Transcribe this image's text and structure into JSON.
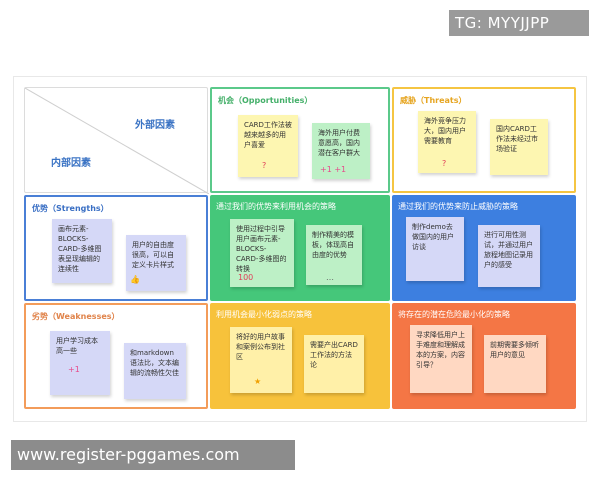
{
  "watermark_top": "TG: MYYJJPP",
  "watermark_bottom": "www.register-pggames.com",
  "corner": {
    "external": "外部因素",
    "internal": "内部因素"
  },
  "columns": {
    "opportunities": "机会（Opportunities）",
    "threats": "威胁（Threats）"
  },
  "rows": {
    "strengths": "优势（Strengths）",
    "weaknesses": "劣势（Weaknesses）"
  },
  "strategies": {
    "so": "通过我们的优势来利用机会的策略",
    "st": "通过我们的优势来防止威胁的策略",
    "wo": "利用机会最小化弱点的策略",
    "wt": "将存在的潜在危险最小化的策略"
  },
  "notes": {
    "opp1": "CARD工作法被越来越多的用户喜爱",
    "opp2": "海外用户付费意愿高，国内潜在客户群大",
    "thr1": "海外竞争压力大，国内用户需要教育",
    "thr2": "国内CARD工作法未经过市场验证",
    "str1": "画布元素-BLOCKS-CARD-多维图表呈现编辑的连续性",
    "str2": "用户的自由度很高，可以自定义卡片样式",
    "wk1": "用户学习成本高一些",
    "wk2": "和markdown语法比，文本编辑的流畅性欠佳",
    "so1": "使用过程中引导用户画布元素-BLOCKS-CARD-多维图的转换",
    "so2": "制作精美的模板，体现高自由度的优势",
    "st1": "制作demo去做国内的用户访谈",
    "st2": "进行可用性测试，并通过用户旅程地图记录用户的感受",
    "wo1": "将好的用户故事和案例公布到社区",
    "wo2": "需要产出CARD工作法的方法论",
    "wt1": "寻求降低用户上手难度和理解成本的方案，内容引导？",
    "wt2": "前期需要多倾听用户的意见"
  },
  "colors": {
    "opportunities_border": "#5bc98a",
    "threats_border": "#f5c542",
    "strengths_border": "#4a7fd6",
    "weaknesses_border": "#f39c5a",
    "so_fill": "#45c77a",
    "st_fill": "#3d7fe0",
    "wo_fill": "#f7c23b",
    "wt_fill": "#f47645"
  }
}
